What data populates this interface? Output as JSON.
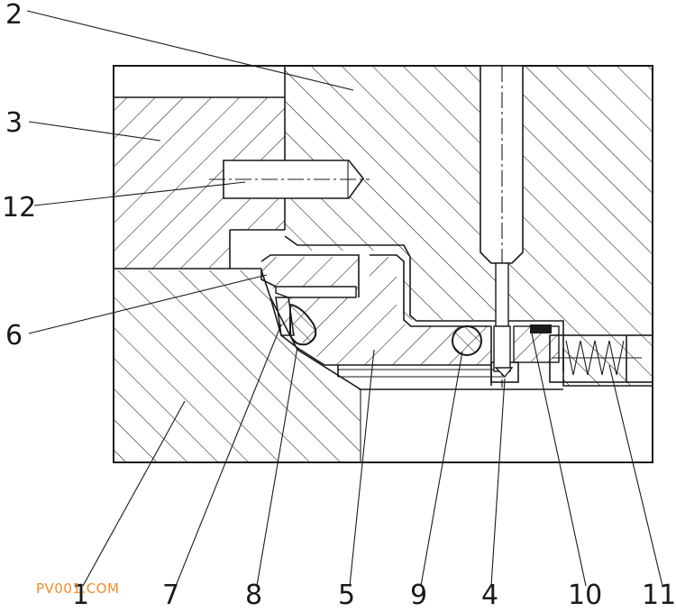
{
  "labels": {
    "n1": "1",
    "n2": "2",
    "n3": "3",
    "n4": "4",
    "n5": "5",
    "n6": "6",
    "n7": "7",
    "n8": "8",
    "n9": "9",
    "n10": "10",
    "n11": "11",
    "n12": "12"
  },
  "watermark": "PV001.COM",
  "colors": {
    "ink": "#1a1a1a",
    "watermark": "#f28c28",
    "background": "#ffffff"
  }
}
